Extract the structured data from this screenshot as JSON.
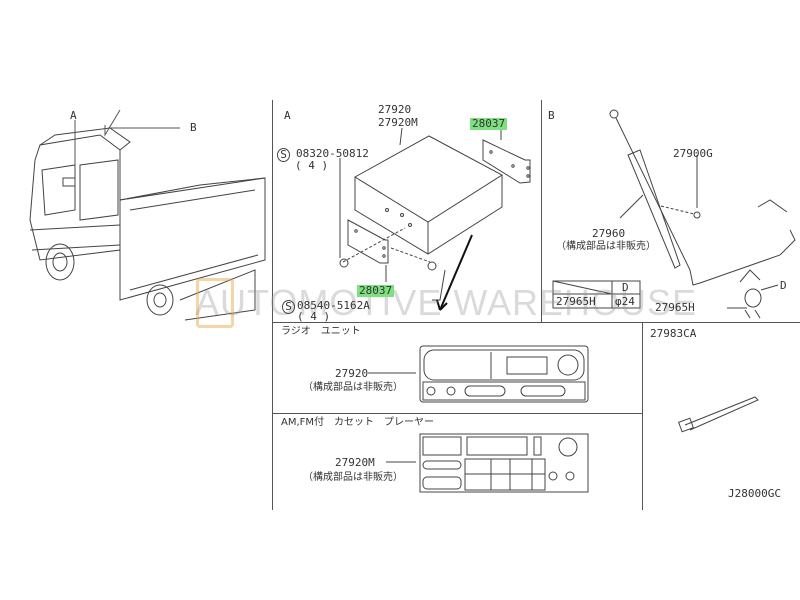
{
  "diagram_code": "J28000GC",
  "watermark": "AUTOMOTIVE WAREHOUSE",
  "truck_view": {
    "label_a": "A",
    "label_b": "B"
  },
  "panel_a": {
    "title": "A",
    "unit_parts": [
      "27920",
      "27920M"
    ],
    "bracket_top": "28037",
    "bracket_bottom": "28037",
    "screw_top": {
      "symbol": "S",
      "part": "08320-50812",
      "qty": "( 4 )"
    },
    "screw_bottom": {
      "symbol": "S",
      "part": "08540-5162A",
      "qty": "( 4 )"
    }
  },
  "panel_b": {
    "title": "B",
    "bolt": "27900G",
    "antenna": "27960",
    "antenna_note": "（構成部品は非販売）",
    "clip": "27965H",
    "clip_dim_label": "D",
    "table": {
      "header": "D",
      "part": "27965H",
      "value": "φ24"
    }
  },
  "panel_radio": {
    "title": "ラジオ　ユニット",
    "part": "27920",
    "note": "（構成部品は非販売）"
  },
  "panel_cassette": {
    "title": "AM,FM付　カセット　プレーヤー",
    "part": "27920M",
    "note": "（構成部品は非販売）"
  },
  "panel_tie": {
    "part": "27983CA"
  },
  "highlight_color": "#7fe07f"
}
